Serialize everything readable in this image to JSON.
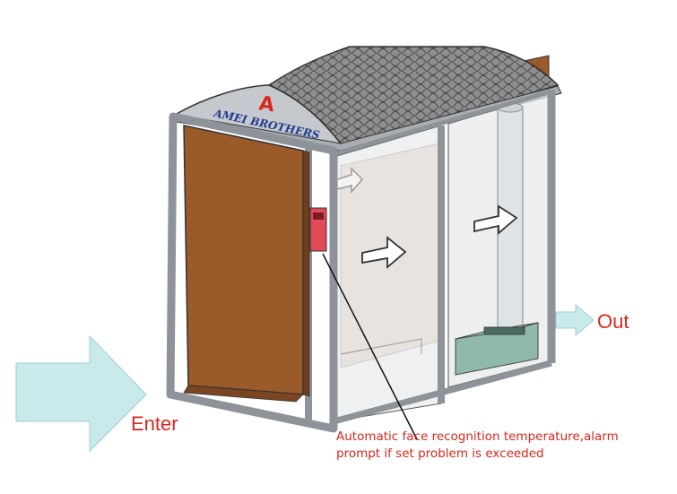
{
  "brand": {
    "logo_letter": "A",
    "name": "AMEI BROTHERS"
  },
  "labels": {
    "enter": "Enter",
    "out": "Out",
    "note_line1": "Automatic face recognition temperature,alarm",
    "note_line2": "prompt if set problem is exceeded"
  },
  "colors": {
    "door": "#9a5a2a",
    "frame": "#b9bdc3",
    "flow_arrow": "#c9e9ea",
    "label_red": "#d9261c",
    "brand_blue": "#1f3b8f"
  }
}
